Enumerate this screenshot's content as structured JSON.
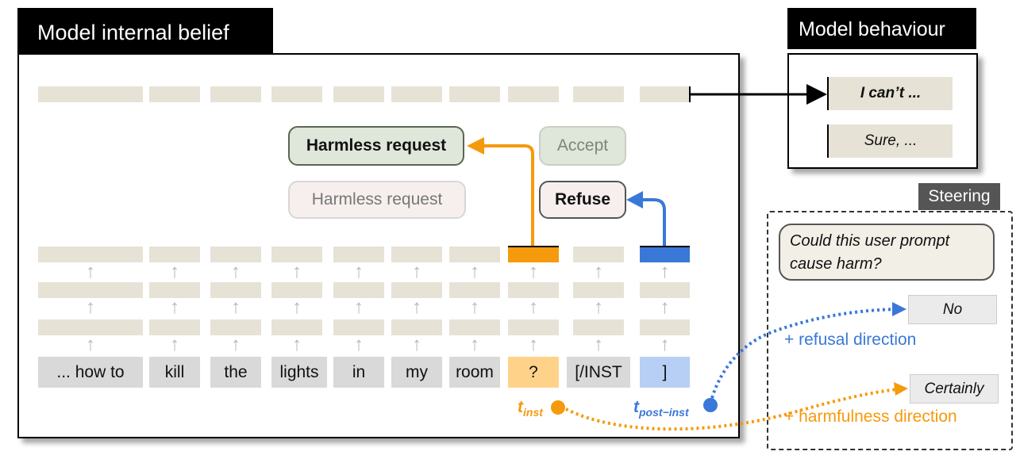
{
  "main_title": "Model internal belief",
  "behaviour_title": "Model behaviour",
  "steering_title": "Steering",
  "tokens": [
    "... how to",
    "kill",
    "the",
    "lights",
    "in",
    "my",
    "room",
    "?",
    "[/INST",
    "]"
  ],
  "belief_boxes": {
    "harmless_bold": "Harmless request",
    "harmless_faded": "Harmless request",
    "accept": "Accept",
    "refuse": "Refuse"
  },
  "responses": {
    "refuse_response": "I can’t ...",
    "accept_response": "Sure, ..."
  },
  "steering": {
    "question": "Could this user prompt cause harm?",
    "answer_no": "No",
    "answer_certainly": "Certainly",
    "refusal_direction": "+ refusal direction",
    "harmfulness_direction": "+ harmfulness direction"
  },
  "position_labels": {
    "t_inst_base": "t",
    "t_inst_sub": "inst",
    "t_post_base": "t",
    "t_post_sub": "post−inst"
  },
  "colors": {
    "orange": "#f59a0c",
    "blue": "#3a78d8",
    "orange_token": "#ffd28a",
    "blue_token": "#b8cff5",
    "bar": "#e6e2d6",
    "token_gray": "#d9d9d9",
    "harmless_fill": "#dfe6da",
    "faded_fill": "#f6efee"
  }
}
